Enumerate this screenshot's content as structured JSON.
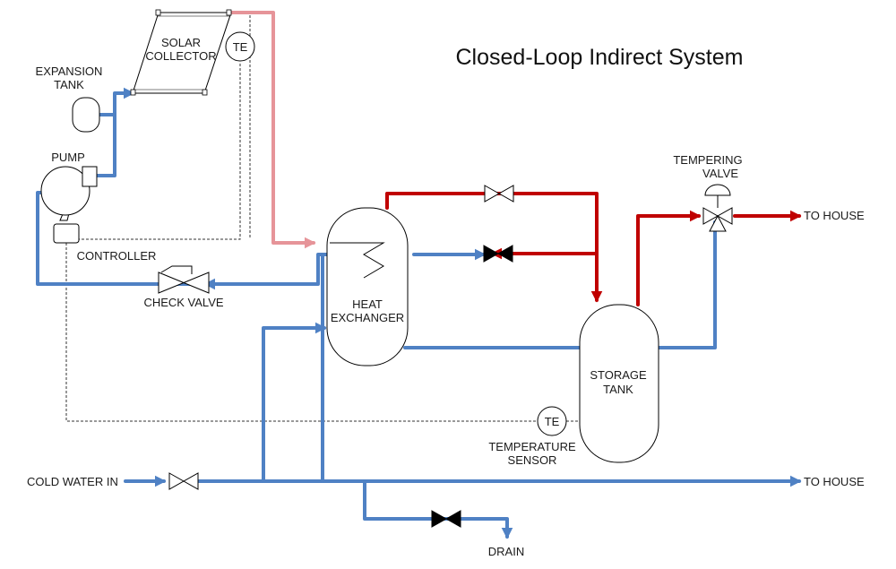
{
  "title": "Closed-Loop Indirect System",
  "labels": {
    "solar_collector": [
      "SOLAR",
      "COLLECTOR"
    ],
    "expansion_tank": [
      "EXPANSION",
      "TANK"
    ],
    "pump": "PUMP",
    "controller": "CONTROLLER",
    "check_valve": "CHECK VALVE",
    "heat_exchanger": [
      "HEAT",
      "EXCHANGER"
    ],
    "storage_tank": [
      "STORAGE",
      "TANK"
    ],
    "tempering_valve": [
      "TEMPERING",
      "VALVE"
    ],
    "temperature_sensor": [
      "TEMPERATURE",
      "SENSOR"
    ],
    "to_house_hot": "TO HOUSE",
    "to_house_cold": "TO HOUSE",
    "cold_water_in": "COLD WATER IN",
    "drain": "DRAIN",
    "te_collector": "TE",
    "te_tank": "TE"
  },
  "colors": {
    "cold_pipe": "#4f81c4",
    "hot_pipe": "#c00000",
    "collector_outlet_pipe": "#e69499"
  }
}
